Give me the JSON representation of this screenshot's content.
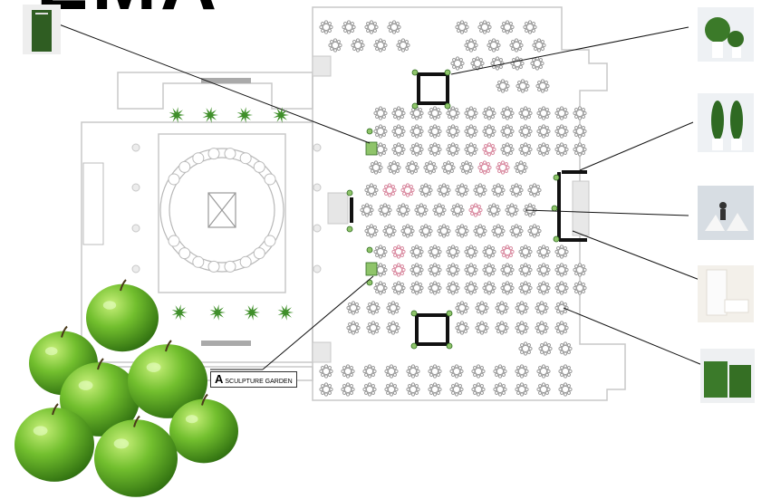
{
  "title": {
    "text": "EMA"
  },
  "labels": {
    "sculpture": {
      "letter": "A",
      "text": "SCULPTURE GARDEN"
    }
  },
  "colors": {
    "green": "#2e6b1f",
    "apple": "#6fb82e",
    "plan_line": "#c8c8c8",
    "table": "#9a9a9a",
    "pink": "#d98aa0",
    "black": "#111111"
  },
  "thumbnails": [
    {
      "name": "tall-hedge-panel",
      "icon": "hedge-panel"
    },
    {
      "name": "boxwood-balls",
      "icon": "topiary-balls"
    },
    {
      "name": "topiary-cones",
      "icon": "topiary-cones"
    },
    {
      "name": "white-lounge",
      "icon": "lounge-chairs"
    },
    {
      "name": "white-screen",
      "icon": "white-panel"
    },
    {
      "name": "hedge-blocks",
      "icon": "hedge-blocks"
    }
  ],
  "decor": {
    "apples": "green-apple-pile",
    "plants": "agave-plants"
  }
}
